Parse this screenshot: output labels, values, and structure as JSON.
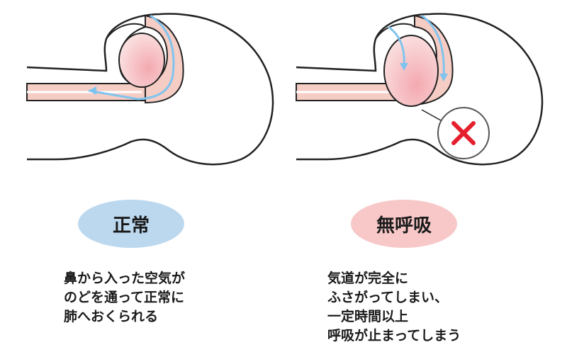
{
  "normal": {
    "label": "正常",
    "caption_lines": [
      "鼻から入った空気が",
      "のどを通って正常に",
      "肺へおくられる"
    ]
  },
  "apnea": {
    "label": "無呼吸",
    "caption_lines": [
      "気道が完全に",
      "ふさがってしまい、",
      "一定時間以上",
      "呼吸が止まってしまう"
    ]
  },
  "colors": {
    "normal_badge": "#bcd8ef",
    "apnea_badge": "#f8c8c8",
    "airflow_arrow": "#7fc4ee",
    "airway_tissue": "#f6cdc4",
    "cross_mark": "#e5202e"
  }
}
